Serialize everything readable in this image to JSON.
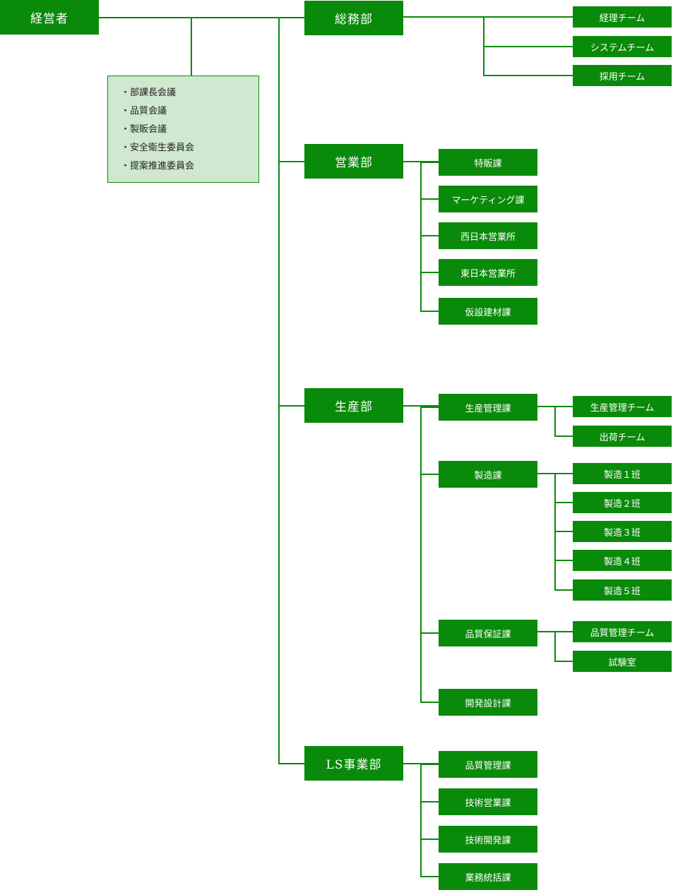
{
  "top": {
    "label": "経営者"
  },
  "committees": [
    "・部課長会議",
    "・品質会議",
    "・製販会議",
    "・安全衛生委員会",
    "・提案推進委員会"
  ],
  "departments": [
    {
      "label": "総務部",
      "children": [
        {
          "label": "経理チーム"
        },
        {
          "label": "システムチーム"
        },
        {
          "label": "採用チーム"
        }
      ]
    },
    {
      "label": "営業部",
      "children": [
        {
          "label": "特販課"
        },
        {
          "label": "マーケティング課"
        },
        {
          "label": "西日本営業所"
        },
        {
          "label": "東日本営業所"
        },
        {
          "label": "仮設建材課"
        }
      ]
    },
    {
      "label": "生産部",
      "children": [
        {
          "label": "生産管理課",
          "children": [
            "生産管理チーム",
            "出荷チーム"
          ]
        },
        {
          "label": "製造課",
          "children": [
            "製造１班",
            "製造２班",
            "製造３班",
            "製造４班",
            "製造５班"
          ]
        },
        {
          "label": "品質保証課",
          "children": [
            "品質管理チーム",
            "試験室"
          ]
        },
        {
          "label": "開発設計課"
        }
      ]
    },
    {
      "label": "LS事業部",
      "children": [
        {
          "label": "品質管理課"
        },
        {
          "label": "技術営業課"
        },
        {
          "label": "技術開発課"
        },
        {
          "label": "業務統括課"
        }
      ]
    }
  ],
  "colors": {
    "box": "#0a8a0a",
    "line": "#0a8a0a",
    "committee_bg": "#cfe8cf"
  }
}
